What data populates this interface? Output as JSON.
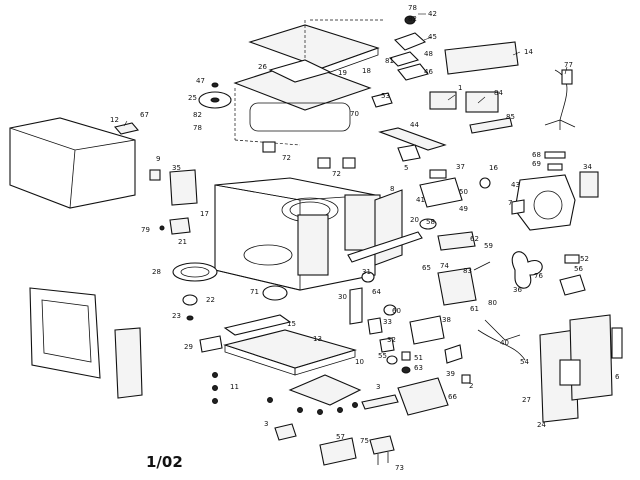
{
  "footer": {
    "revision": "1/02"
  },
  "callouts": [
    {
      "id": "78a",
      "text": "78"
    },
    {
      "id": "82a",
      "text": "82"
    },
    {
      "id": "42",
      "text": "42"
    },
    {
      "id": "45",
      "text": "45"
    },
    {
      "id": "48",
      "text": "48"
    },
    {
      "id": "81",
      "text": "81"
    },
    {
      "id": "46",
      "text": "46"
    },
    {
      "id": "14",
      "text": "14"
    },
    {
      "id": "77",
      "text": "77"
    },
    {
      "id": "26",
      "text": "26"
    },
    {
      "id": "19",
      "text": "19"
    },
    {
      "id": "18",
      "text": "18"
    },
    {
      "id": "47",
      "text": "47"
    },
    {
      "id": "25",
      "text": "25"
    },
    {
      "id": "82b",
      "text": "82"
    },
    {
      "id": "78b",
      "text": "78"
    },
    {
      "id": "53",
      "text": "53"
    },
    {
      "id": "70",
      "text": "70"
    },
    {
      "id": "1",
      "text": "1"
    },
    {
      "id": "84",
      "text": "84"
    },
    {
      "id": "85",
      "text": "85"
    },
    {
      "id": "12",
      "text": "12"
    },
    {
      "id": "67",
      "text": "67"
    },
    {
      "id": "44",
      "text": "44"
    },
    {
      "id": "72a",
      "text": "72"
    },
    {
      "id": "72b",
      "text": "72"
    },
    {
      "id": "5",
      "text": "5"
    },
    {
      "id": "68",
      "text": "68"
    },
    {
      "id": "69",
      "text": "69"
    },
    {
      "id": "34",
      "text": "34"
    },
    {
      "id": "9",
      "text": "9"
    },
    {
      "id": "35",
      "text": "35"
    },
    {
      "id": "37",
      "text": "37"
    },
    {
      "id": "16",
      "text": "16"
    },
    {
      "id": "43",
      "text": "43"
    },
    {
      "id": "50",
      "text": "50"
    },
    {
      "id": "41",
      "text": "41"
    },
    {
      "id": "49",
      "text": "49"
    },
    {
      "id": "7",
      "text": "7"
    },
    {
      "id": "8",
      "text": "8"
    },
    {
      "id": "17",
      "text": "17"
    },
    {
      "id": "20",
      "text": "20"
    },
    {
      "id": "58",
      "text": "58"
    },
    {
      "id": "79",
      "text": "79"
    },
    {
      "id": "21",
      "text": "21"
    },
    {
      "id": "62",
      "text": "62"
    },
    {
      "id": "59",
      "text": "59"
    },
    {
      "id": "52",
      "text": "52"
    },
    {
      "id": "65",
      "text": "65"
    },
    {
      "id": "76",
      "text": "76"
    },
    {
      "id": "56",
      "text": "56"
    },
    {
      "id": "28",
      "text": "28"
    },
    {
      "id": "31",
      "text": "31"
    },
    {
      "id": "74",
      "text": "74"
    },
    {
      "id": "83",
      "text": "83"
    },
    {
      "id": "36",
      "text": "36"
    },
    {
      "id": "71",
      "text": "71"
    },
    {
      "id": "64",
      "text": "64"
    },
    {
      "id": "22",
      "text": "22"
    },
    {
      "id": "30",
      "text": "30"
    },
    {
      "id": "60",
      "text": "60"
    },
    {
      "id": "80",
      "text": "80"
    },
    {
      "id": "61",
      "text": "61"
    },
    {
      "id": "23",
      "text": "23"
    },
    {
      "id": "33",
      "text": "33"
    },
    {
      "id": "38",
      "text": "38"
    },
    {
      "id": "15",
      "text": "15"
    },
    {
      "id": "13",
      "text": "13"
    },
    {
      "id": "29",
      "text": "29"
    },
    {
      "id": "32",
      "text": "32"
    },
    {
      "id": "40",
      "text": "40"
    },
    {
      "id": "55",
      "text": "55"
    },
    {
      "id": "51",
      "text": "51"
    },
    {
      "id": "63",
      "text": "63"
    },
    {
      "id": "10",
      "text": "10"
    },
    {
      "id": "54",
      "text": "54"
    },
    {
      "id": "39",
      "text": "39"
    },
    {
      "id": "2",
      "text": "2"
    },
    {
      "id": "11",
      "text": "11"
    },
    {
      "id": "6",
      "text": "6"
    },
    {
      "id": "27",
      "text": "27"
    },
    {
      "id": "3a",
      "text": "3"
    },
    {
      "id": "66",
      "text": "66"
    },
    {
      "id": "24",
      "text": "24"
    },
    {
      "id": "3b",
      "text": "3"
    },
    {
      "id": "57",
      "text": "57"
    },
    {
      "id": "75",
      "text": "75"
    },
    {
      "id": "73",
      "text": "73"
    }
  ]
}
